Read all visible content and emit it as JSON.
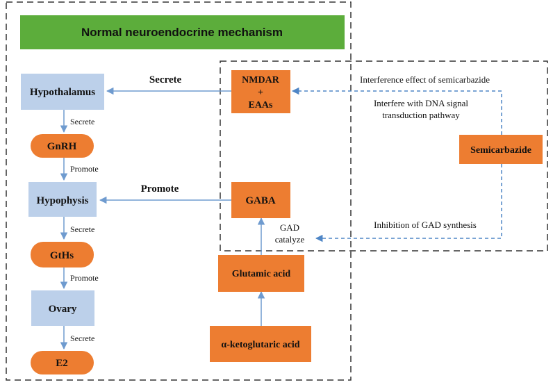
{
  "title": "Normal neuroendocrine mechanism",
  "colors": {
    "title_bg": "#5cad3b",
    "blue_box": "#bcd0ea",
    "orange_box": "#ed7d31",
    "solid_arrow": "#6f9bcf",
    "dashed_arrow": "#4f86c6",
    "frame": "#333333"
  },
  "nodes": {
    "hypothalamus": "Hypothalamus",
    "gnrh": "GnRH",
    "hypophysis": "Hypophysis",
    "gths": "GtHs",
    "ovary": "Ovary",
    "e2": "E2",
    "nmdar_line1": "NMDAR",
    "nmdar_line2": "+",
    "nmdar_line3": "EAAs",
    "gaba": "GABA",
    "glutamic": "Glutamic acid",
    "ketoglutaric": "α-ketoglutaric acid",
    "semicarbazide": "Semicarbazide"
  },
  "labels": {
    "secrete_big": "Secrete",
    "promote_big": "Promote",
    "secrete_1": "Secrete",
    "promote_1": "Promote",
    "secrete_2": "Secrete",
    "promote_2": "Promote",
    "secrete_3": "Secrete",
    "interference": "Interference effect of semicarbazide",
    "dna_line1": "Interfere with DNA signal",
    "dna_line2": "transduction pathway",
    "gad_inhibition": "Inhibition of GAD synthesis",
    "gad_line1": "GAD",
    "gad_line2": "catalyze"
  }
}
